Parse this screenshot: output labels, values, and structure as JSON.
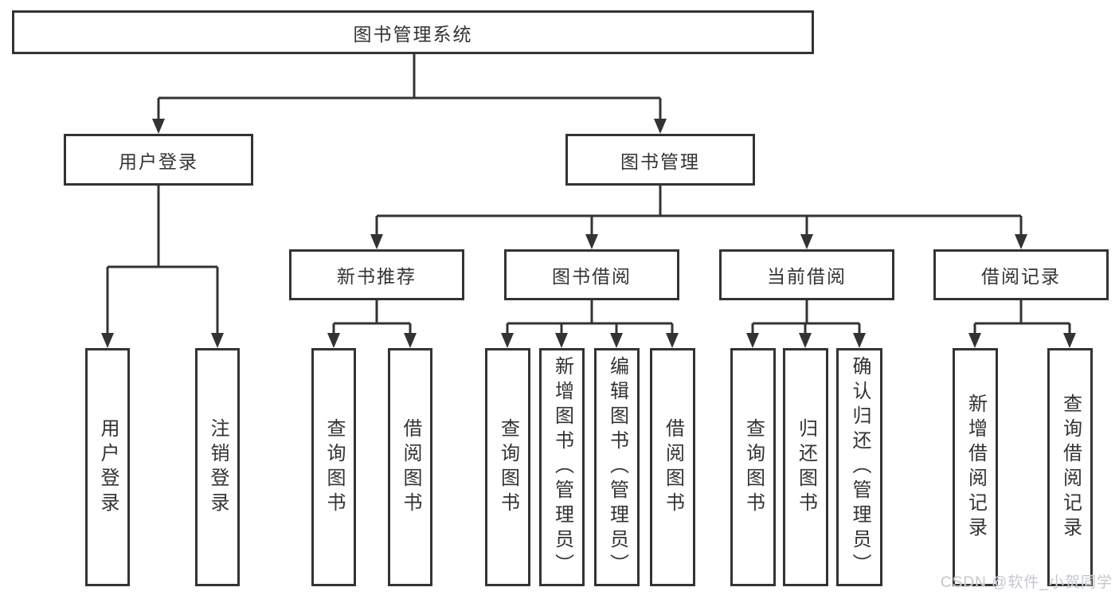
{
  "colors": {
    "line": "#333333",
    "box_border": "#333333",
    "text": "#333333",
    "background": "#ffffff",
    "watermark_text": "#c3c7cc"
  },
  "watermark": "CSDN @软件_小贺同学",
  "tree": {
    "root": "图书管理系统",
    "branches": [
      {
        "label": "用户登录",
        "children": [
          {
            "label": "用户登录"
          },
          {
            "label": "注销登录"
          }
        ]
      },
      {
        "label": "图书管理",
        "children": [
          {
            "label": "新书推荐",
            "children": [
              {
                "label": "查询图书"
              },
              {
                "label": "借阅图书"
              }
            ]
          },
          {
            "label": "图书借阅",
            "children": [
              {
                "label": "查询图书"
              },
              {
                "label": "新增图书（管理员）"
              },
              {
                "label": "编辑图书（管理员）"
              },
              {
                "label": "借阅图书"
              }
            ]
          },
          {
            "label": "当前借阅",
            "children": [
              {
                "label": "查询图书"
              },
              {
                "label": "归还图书"
              },
              {
                "label": "确认归还（管理员）"
              }
            ]
          },
          {
            "label": "借阅记录",
            "children": [
              {
                "label": "新增借阅记录"
              },
              {
                "label": "查询借阅记录"
              }
            ]
          }
        ]
      }
    ]
  }
}
